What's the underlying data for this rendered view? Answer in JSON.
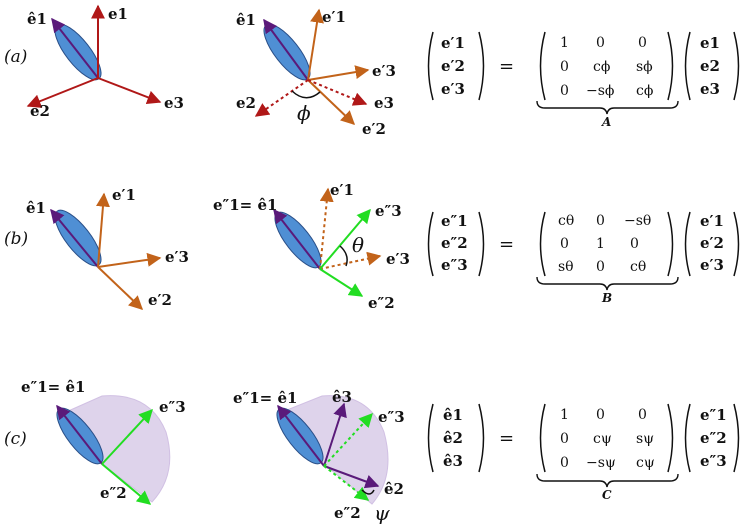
{
  "colors": {
    "red": "#b01818",
    "orange": "#c2631a",
    "green": "#22dd22",
    "purple": "#5a1a7a",
    "ellipse": "#4f8fd4",
    "ellipse_stroke": "#2a4f88",
    "shade": "#d9cce8"
  },
  "rows": [
    {
      "label": "(a)",
      "lhs": [
        "e′1",
        "e′2",
        "e′3"
      ],
      "matrix": [
        [
          "1",
          "0",
          "0"
        ],
        [
          "0",
          "cϕ",
          "sϕ"
        ],
        [
          "0",
          "−sϕ",
          "cϕ"
        ]
      ],
      "rhs": [
        "e1",
        "e2",
        "e3"
      ],
      "name": "A",
      "angle": "ϕ"
    },
    {
      "label": "(b)",
      "lhs": [
        "e″1",
        "e″2",
        "e″3"
      ],
      "matrix": [
        [
          "cθ",
          "0",
          "−sθ"
        ],
        [
          "0",
          "1",
          "0"
        ],
        [
          "sθ",
          "0",
          "cθ"
        ]
      ],
      "rhs": [
        "e′1",
        "e′2",
        "e′3"
      ],
      "name": "B",
      "angle": "θ"
    },
    {
      "label": "(c)",
      "lhs": [
        "ê1",
        "ê2",
        "ê3"
      ],
      "matrix": [
        [
          "1",
          "0",
          "0"
        ],
        [
          "0",
          "cψ",
          "sψ"
        ],
        [
          "0",
          "−sψ",
          "cψ"
        ]
      ],
      "rhs": [
        "e″1",
        "e″2",
        "e″3"
      ],
      "name": "C",
      "angle": "ψ"
    }
  ],
  "equals": "=",
  "vectors": {
    "e1hat": "ê1",
    "e1": "e1",
    "e2": "e2",
    "e3": "e3",
    "e1p": "e′1",
    "e2p": "e′2",
    "e3p": "e′3",
    "e1pp": "e″1",
    "e2pp": "e″2",
    "e3pp": "e″3",
    "e2hat": "ê2",
    "e3hat": "ê3",
    "e1pp_eq_e1hat": "e″1= ê1"
  }
}
